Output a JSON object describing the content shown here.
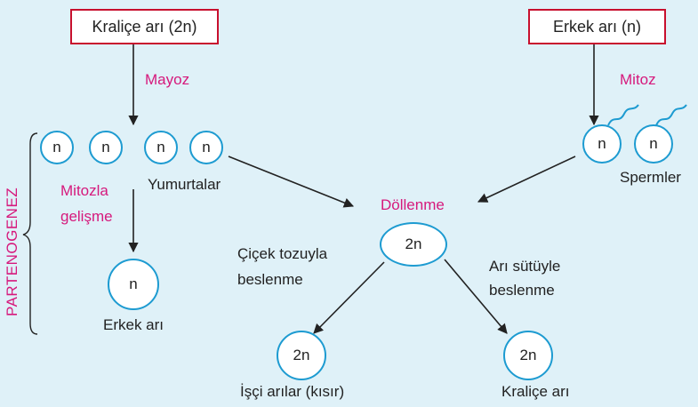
{
  "boxes": {
    "queen_top": "Kraliçe arı (2n)",
    "drone_top": "Erkek arı (n)"
  },
  "processes": {
    "meiosis": "Mayoz",
    "mitosis": "Mitoz",
    "fertilization": "Döllenme",
    "mitotic_development_1": "Mitozla",
    "mitotic_development_2": "gelişme",
    "parthenogenesis": "PARTENOGENEZ"
  },
  "cells": {
    "eggs": [
      "n",
      "n",
      "n",
      "n"
    ],
    "sperms": [
      "n",
      "n"
    ],
    "drone": "n",
    "zygote": "2n",
    "worker": "2n",
    "queen": "2n"
  },
  "labels": {
    "eggs": "Yumurtalar",
    "sperms": "Spermler",
    "drone": "Erkek arı",
    "pollen_1": "Çiçek tozuyla",
    "pollen_2": "beslenme",
    "royal_jelly_1": "Arı sütüyle",
    "royal_jelly_2": "beslenme",
    "workers": "İşçi arılar (kısır)",
    "queen": "Kraliçe arı"
  },
  "colors": {
    "background": "#dff1f8",
    "box_border": "#c8102e",
    "cell_border": "#1d9bd1",
    "process_text": "#d6197c"
  }
}
